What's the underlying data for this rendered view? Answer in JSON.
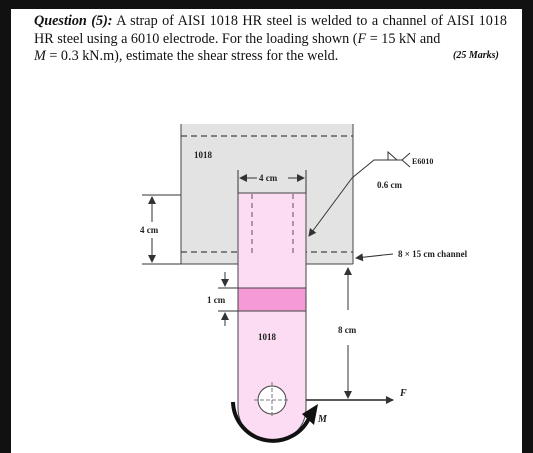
{
  "question": {
    "label": "Question (5):",
    "line1_rest": " A strap of AISI 1018 HR steel is welded to a channel of AISI",
    "line2_a": "1018 HR steel using a 6010 electrode. For the loading shown (",
    "var_F": "F",
    "eq_F": " = 15 kN and",
    "var_M": "M",
    "line3_rest": " = 0.3 kN.m), estimate the shear stress for the weld.",
    "marks": "(25 Marks)"
  },
  "figure": {
    "channel_material": "1018",
    "strap_material": "1018",
    "strap_width": "4 cm",
    "weld_size": "0.6 cm",
    "electrode": "E6010",
    "channel_height": "4 cm",
    "channel_spec": "8 × 15 cm channel",
    "band_height": "1 cm",
    "load_distance": "8 cm",
    "force_label": "F",
    "moment_label": "M",
    "colors": {
      "channel_fill": "#e3e3e3",
      "strap_fill": "#fcdcf2",
      "band_fill": "#f59ad6",
      "line": "#333333"
    }
  }
}
